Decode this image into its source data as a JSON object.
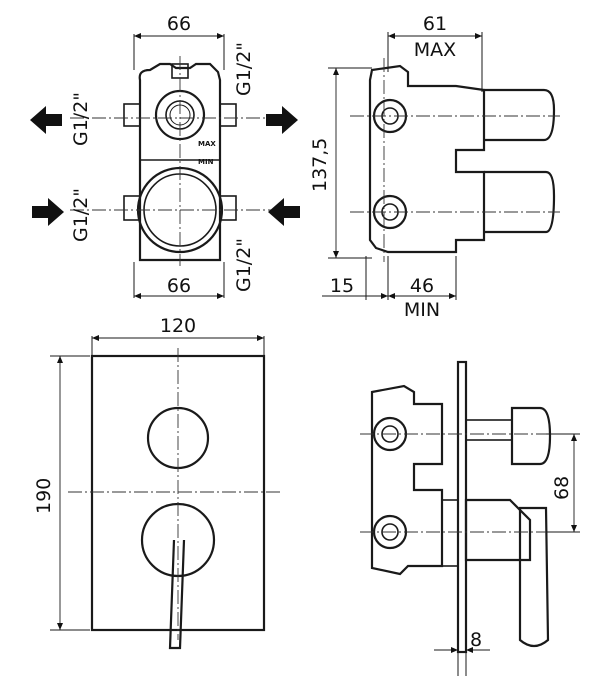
{
  "top_left_view": {
    "dim_top": "66",
    "dim_bottom": "66",
    "thread_upper_left": "G1/2\"",
    "thread_upper_right": "G1/2\"",
    "thread_lower_left": "G1/2\"",
    "thread_lower_right": "G1/2\"",
    "label_max": "MAX",
    "label_min": "MIN"
  },
  "top_right_view": {
    "dim_top": "61",
    "dim_top_label": "MAX",
    "dim_height": "137,5",
    "dim_bottom_left": "15",
    "dim_bottom_right": "46",
    "dim_bottom_label": "MIN"
  },
  "front_view": {
    "dim_width": "120",
    "dim_height": "190"
  },
  "side_view": {
    "dim_offset": "68",
    "dim_plate": "8"
  },
  "icons": [
    "arrow-left-icon",
    "arrow-right-icon"
  ]
}
